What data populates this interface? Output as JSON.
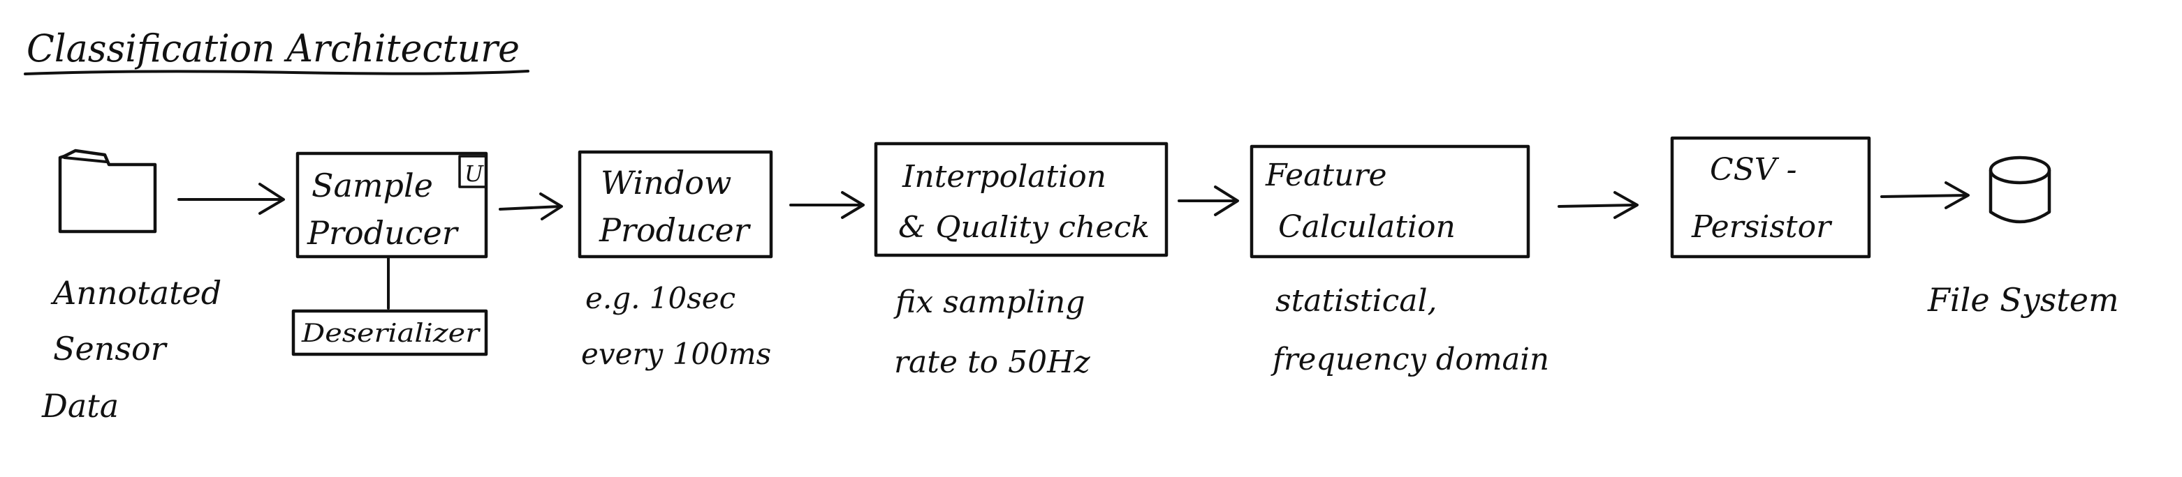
{
  "title": "Classification Architecture",
  "nodes": {
    "source": {
      "label_lines": [
        "Annotated",
        "Sensor",
        "Data"
      ],
      "icon": "folder-icon"
    },
    "sample_producer": {
      "label_lines": [
        "Sample",
        "Producer"
      ],
      "badge": "U"
    },
    "deserializer": {
      "label": "Deserializer"
    },
    "window_producer": {
      "label_lines": [
        "Window",
        "Producer"
      ],
      "note_lines": [
        "e.g. 10sec",
        "every 100ms"
      ]
    },
    "interpolation": {
      "label_lines": [
        "Interpolation",
        "& Quality check"
      ],
      "note_lines": [
        "fix sampling",
        "rate to 50Hz"
      ]
    },
    "feature_calculation": {
      "label_lines": [
        "Feature",
        "Calculation"
      ],
      "note_lines": [
        "statistical,",
        "frequency domain"
      ]
    },
    "csv_persistor": {
      "label_lines": [
        "CSV -",
        "Persistor"
      ]
    },
    "file_system": {
      "label": "File System",
      "icon": "database-icon"
    }
  },
  "edges": [
    {
      "from": "source",
      "to": "sample_producer"
    },
    {
      "from": "sample_producer",
      "to": "window_producer"
    },
    {
      "from": "window_producer",
      "to": "interpolation"
    },
    {
      "from": "interpolation",
      "to": "feature_calculation"
    },
    {
      "from": "feature_calculation",
      "to": "csv_persistor"
    },
    {
      "from": "csv_persistor",
      "to": "file_system"
    },
    {
      "from": "sample_producer",
      "to": "deserializer",
      "style": "line"
    }
  ]
}
